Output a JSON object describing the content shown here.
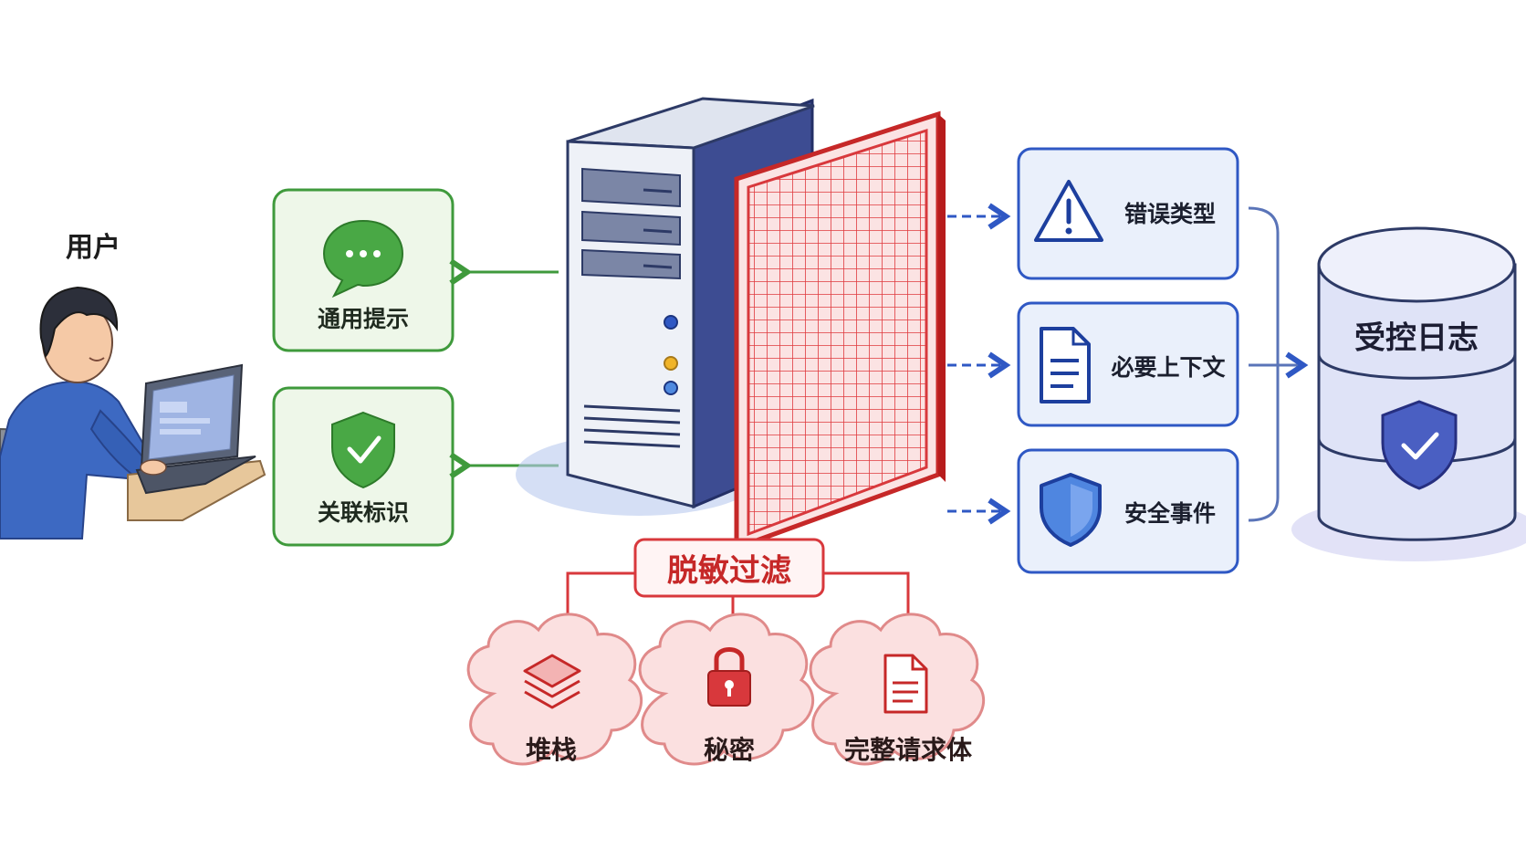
{
  "user": {
    "label": "用户"
  },
  "server_outputs": [
    {
      "label": "通用提示",
      "icon": "chat-bubble-icon"
    },
    {
      "label": "关联标识",
      "icon": "shield-check-icon"
    }
  ],
  "filter": {
    "label": "脱敏过滤",
    "icon": "firewall-grid-icon"
  },
  "filtered_items": [
    {
      "label": "堆栈",
      "icon": "layers-icon"
    },
    {
      "label": "秘密",
      "icon": "lock-icon"
    },
    {
      "label": "完整请求体",
      "icon": "document-icon"
    }
  ],
  "log_inputs": [
    {
      "label": "错误类型",
      "icon": "warning-icon"
    },
    {
      "label": "必要上下文",
      "icon": "document-icon"
    },
    {
      "label": "安全事件",
      "icon": "shield-icon"
    }
  ],
  "log_store": {
    "label": "受控日志",
    "icon": "database-shield-icon"
  },
  "colors": {
    "green": "#3f9a3c",
    "blue": "#2f58c4",
    "red": "#d8383c",
    "server": "#2d3a66"
  }
}
